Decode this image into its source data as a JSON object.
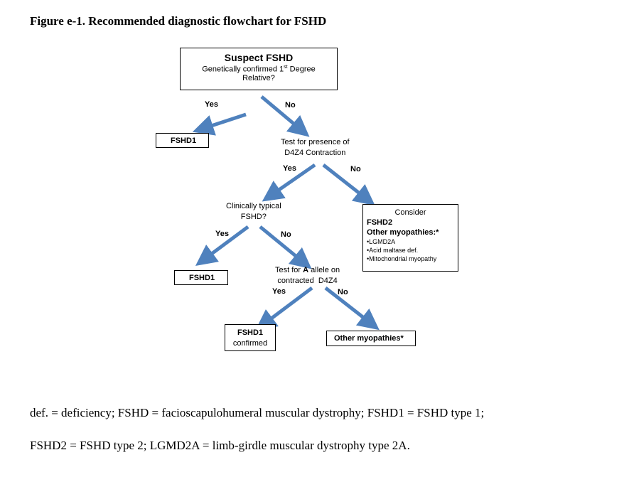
{
  "figure_title": "Figure e-1. Recommended diagnostic flowchart for FSHD",
  "nodes": {
    "suspect": {
      "title": "Suspect FSHD",
      "line1": "Genetically confirmed 1",
      "sup": "st",
      "line1b": " Degree",
      "line2": "Relative?"
    },
    "fshd1_top": "FSHD1",
    "test_d4z4": {
      "line1": "Test for presence of",
      "line2": "D4Z4 Contraction"
    },
    "clinically": {
      "line1": "Clinically typical",
      "line2": "FSHD?"
    },
    "consider": {
      "heading": "Consider",
      "fshd2": "FSHD2",
      "other": "Other myopathies:*",
      "items": [
        "•LGMD2A",
        "•Acid maltase def.",
        "•Mitochondrial myopathy"
      ]
    },
    "fshd1_mid": "FSHD1",
    "test_a_allele": {
      "line1a": "Test for ",
      "line1b": "A",
      "line1c": " allele on",
      "line2": "contracted  D4Z4"
    },
    "fshd1_confirmed": {
      "line1": "FSHD1",
      "line2": "confirmed"
    },
    "other_myopathies": "Other myopathies*"
  },
  "edge_labels": {
    "yes1": "Yes",
    "no1": "No",
    "yes2": "Yes",
    "no2": "No",
    "yes3": "Yes",
    "no3": "No",
    "yes4": "Yes",
    "no4": "No"
  },
  "caption": {
    "line1": "def. = deficiency; FSHD = facioscapulohumeral muscular dystrophy; FSHD1 = FSHD type 1;",
    "line2": "FSHD2 = FSHD type 2; LGMD2A = limb-girdle muscular dystrophy type 2A."
  },
  "colors": {
    "arrow": "#4f81bd",
    "arrow_dark": "#2f5a8f"
  }
}
